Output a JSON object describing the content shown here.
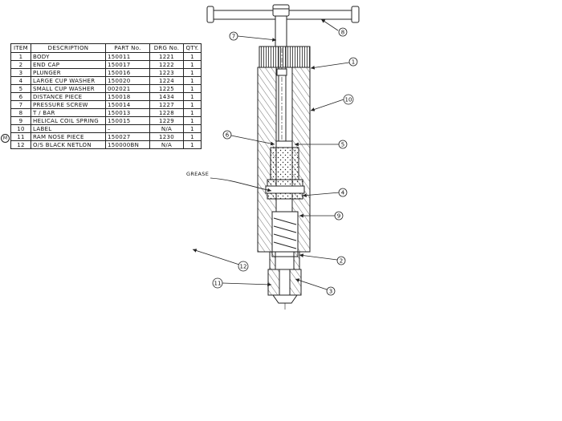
{
  "parts_list": {
    "headers": {
      "item": "ITEM",
      "description": "DESCRIPTION",
      "part_no": "PART No.",
      "drg_no": "DRG No.",
      "qty": "QTY."
    },
    "rows": [
      {
        "item": "1",
        "description": "BODY",
        "part_no": "150011",
        "drg_no": "1221",
        "qty": "1"
      },
      {
        "item": "2",
        "description": "END CAP",
        "part_no": "150017",
        "drg_no": "1222",
        "qty": "1"
      },
      {
        "item": "3",
        "description": "PLUNGER",
        "part_no": "150016",
        "drg_no": "1223",
        "qty": "1"
      },
      {
        "item": "4",
        "description": "LARGE CUP WASHER",
        "part_no": "150020",
        "drg_no": "1224",
        "qty": "1"
      },
      {
        "item": "5",
        "description": "SMALL CUP WASHER",
        "part_no": "002021",
        "drg_no": "1225",
        "qty": "1"
      },
      {
        "item": "6",
        "description": "DISTANCE PIECE",
        "part_no": "150018",
        "drg_no": "1434",
        "qty": "1"
      },
      {
        "item": "7",
        "description": "PRESSURE SCREW",
        "part_no": "150014",
        "drg_no": "1227",
        "qty": "1"
      },
      {
        "item": "8",
        "description": "T / BAR",
        "part_no": "150013",
        "drg_no": "1228",
        "qty": "1"
      },
      {
        "item": "9",
        "description": "HELICAL COIL SPRING",
        "part_no": "150015",
        "drg_no": "1229",
        "qty": "1"
      },
      {
        "item": "10",
        "description": "LABEL",
        "part_no": "–",
        "drg_no": "N/A",
        "qty": "1"
      },
      {
        "item": "11",
        "description": "RAM NOSE PIECE",
        "part_no": "150027",
        "drg_no": "1230",
        "qty": "1"
      },
      {
        "item": "12",
        "description": "O/S BLACK NETLON",
        "part_no": "150000BN",
        "drg_no": "N/A",
        "qty": "1"
      }
    ],
    "row_marker": "M"
  },
  "drawing": {
    "grease_label": "GREASE",
    "balloons": [
      "1",
      "2",
      "3",
      "4",
      "5",
      "6",
      "7",
      "8",
      "9",
      "10",
      "11",
      "12"
    ]
  }
}
